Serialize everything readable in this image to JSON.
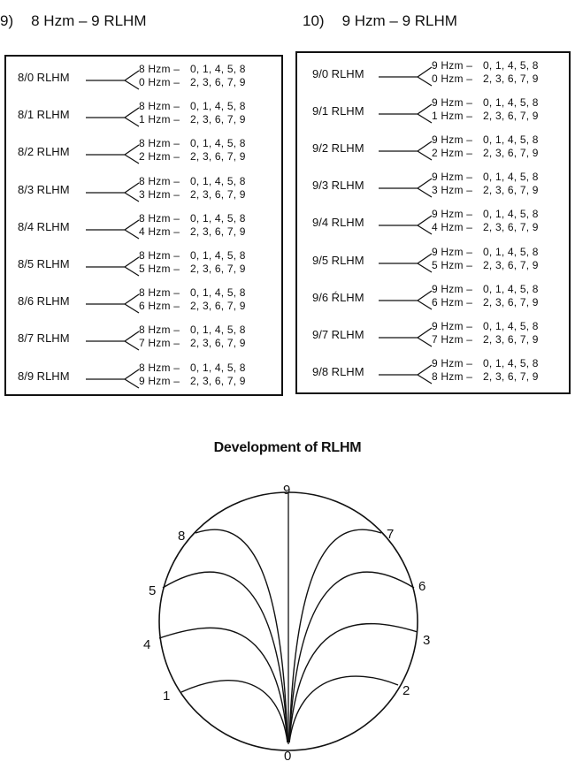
{
  "sections": [
    {
      "number": "9)",
      "title": "8 Hzm – 9 RLHM",
      "rows": [
        {
          "label": "8/0 RLHM",
          "top_hz": "8 Hzm –",
          "top_digits": "0, 1, 4, 5, 8",
          "bot_hz": "0 Hzm –",
          "bot_digits": "2, 3, 6, 7, 9"
        },
        {
          "label": "8/1 RLHM",
          "top_hz": "8 Hzm –",
          "top_digits": "0, 1, 4, 5, 8",
          "bot_hz": "1 Hzm –",
          "bot_digits": "2, 3, 6, 7, 9"
        },
        {
          "label": "8/2 RLHM",
          "top_hz": "8 Hzm –",
          "top_digits": "0, 1, 4, 5, 8",
          "bot_hz": "2 Hzm –",
          "bot_digits": "2, 3, 6, 7, 9"
        },
        {
          "label": "8/3 RLHM",
          "top_hz": "8 Hzm –",
          "top_digits": "0, 1, 4, 5, 8",
          "bot_hz": "3 Hzm –",
          "bot_digits": "2, 3, 6, 7, 9"
        },
        {
          "label": "8/4 RLHM",
          "top_hz": "8 Hzm –",
          "top_digits": "0, 1, 4, 5, 8",
          "bot_hz": "4 Hzm –",
          "bot_digits": "2, 3, 6, 7, 9"
        },
        {
          "label": "8/5 RLHM",
          "top_hz": "8 Hzm –",
          "top_digits": "0, 1, 4, 5, 8",
          "bot_hz": "5 Hzm –",
          "bot_digits": "2, 3, 6, 7, 9"
        },
        {
          "label": "8/6 RLHM",
          "top_hz": "8 Hzm –",
          "top_digits": "0, 1, 4, 5, 8",
          "bot_hz": "6 Hzm –",
          "bot_digits": "2, 3, 6, 7, 9"
        },
        {
          "label": "8/7 RLHM",
          "top_hz": "8 Hzm –",
          "top_digits": "0, 1, 4, 5, 8",
          "bot_hz": "7 Hzm –",
          "bot_digits": "2, 3, 6, 7, 9"
        },
        {
          "label": "8/9 RLHM",
          "top_hz": "8 Hzm –",
          "top_digits": "0, 1, 4, 5, 8",
          "bot_hz": "9 Hzm –",
          "bot_digits": "2, 3, 6, 7, 9"
        }
      ]
    },
    {
      "number": "10)",
      "title": "9 Hzm – 9 RLHM",
      "rows": [
        {
          "label": "9/0 RLHM",
          "top_hz": "9 Hzm –",
          "top_digits": "0, 1, 4, 5, 8",
          "bot_hz": "0 Hzm –",
          "bot_digits": "2, 3, 6, 7, 9"
        },
        {
          "label": "9/1 RLHM",
          "top_hz": "9 Hzm –",
          "top_digits": "0, 1, 4, 5, 8",
          "bot_hz": "1 Hzm –",
          "bot_digits": "2, 3, 6, 7, 9"
        },
        {
          "label": "9/2 RLHM",
          "top_hz": "9 Hzm –",
          "top_digits": "0, 1, 4, 5, 8",
          "bot_hz": "2 Hzm –",
          "bot_digits": "2, 3, 6, 7, 9"
        },
        {
          "label": "9/3 RLHM",
          "top_hz": "9 Hzm –",
          "top_digits": "0, 1, 4, 5, 8",
          "bot_hz": "3 Hzm –",
          "bot_digits": "2, 3, 6, 7, 9"
        },
        {
          "label": "9/4 RLHM",
          "top_hz": "9 Hzm –",
          "top_digits": "0, 1, 4, 5, 8",
          "bot_hz": "4 Hzm –",
          "bot_digits": "2, 3, 6, 7, 9"
        },
        {
          "label": "9/5 RLHM",
          "top_hz": "9 Hzm –",
          "top_digits": "0, 1, 4, 5, 8",
          "bot_hz": "5 Hzm –",
          "bot_digits": "2, 3, 6, 7, 9"
        },
        {
          "label": "9/6 ŔLHM",
          "top_hz": "9 Hzm –",
          "top_digits": "0, 1, 4, 5, 8",
          "bot_hz": "6 Hzm –",
          "bot_digits": "2, 3, 6, 7, 9"
        },
        {
          "label": "9/7 RLHM",
          "top_hz": "9 Hzm –",
          "top_digits": "0, 1, 4, 5, 8",
          "bot_hz": "7 Hzm –",
          "bot_digits": "2, 3, 6, 7, 9"
        },
        {
          "label": "9/8 RLHM",
          "top_hz": "9 Hzm –",
          "top_digits": "0, 1, 4, 5, 8",
          "bot_hz": "8 Hzm –",
          "bot_digits": "2, 3, 6, 7, 9"
        }
      ]
    }
  ],
  "diagram": {
    "title": "Development of RLHM",
    "labels": {
      "n0": "0",
      "n1": "1",
      "n2": "2",
      "n3": "3",
      "n4": "4",
      "n5": "5",
      "n6": "6",
      "n7": "7",
      "n8": "8",
      "n9": "9"
    }
  }
}
